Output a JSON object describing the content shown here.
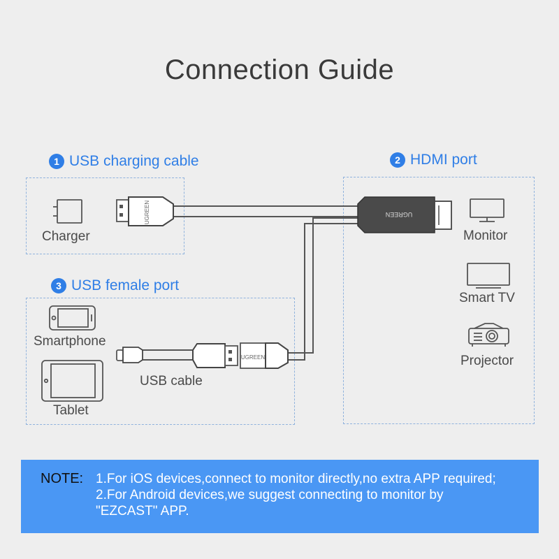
{
  "title": "Connection Guide",
  "sections": {
    "usb_charging": {
      "number": "1",
      "label": "USB charging cable"
    },
    "hdmi_port": {
      "number": "2",
      "label": "HDMI port"
    },
    "usb_female": {
      "number": "3",
      "label": "USB female port"
    }
  },
  "devices": {
    "charger": "Charger",
    "monitor": "Monitor",
    "smart_tv": "Smart TV",
    "projector": "Projector",
    "smartphone": "Smartphone",
    "tablet": "Tablet",
    "usb_cable": "USB cable"
  },
  "brand_text": "UGREEN",
  "note": {
    "key": "NOTE:",
    "lines": [
      "1.For iOS devices,connect to monitor directly,no extra APP required;",
      "2.For Android devices,we suggest connecting to monitor by",
      "\"EZCAST\" APP."
    ]
  },
  "colors": {
    "accent": "#2f7ee6",
    "note_background": "#4a97f4",
    "cable": "#555555"
  }
}
